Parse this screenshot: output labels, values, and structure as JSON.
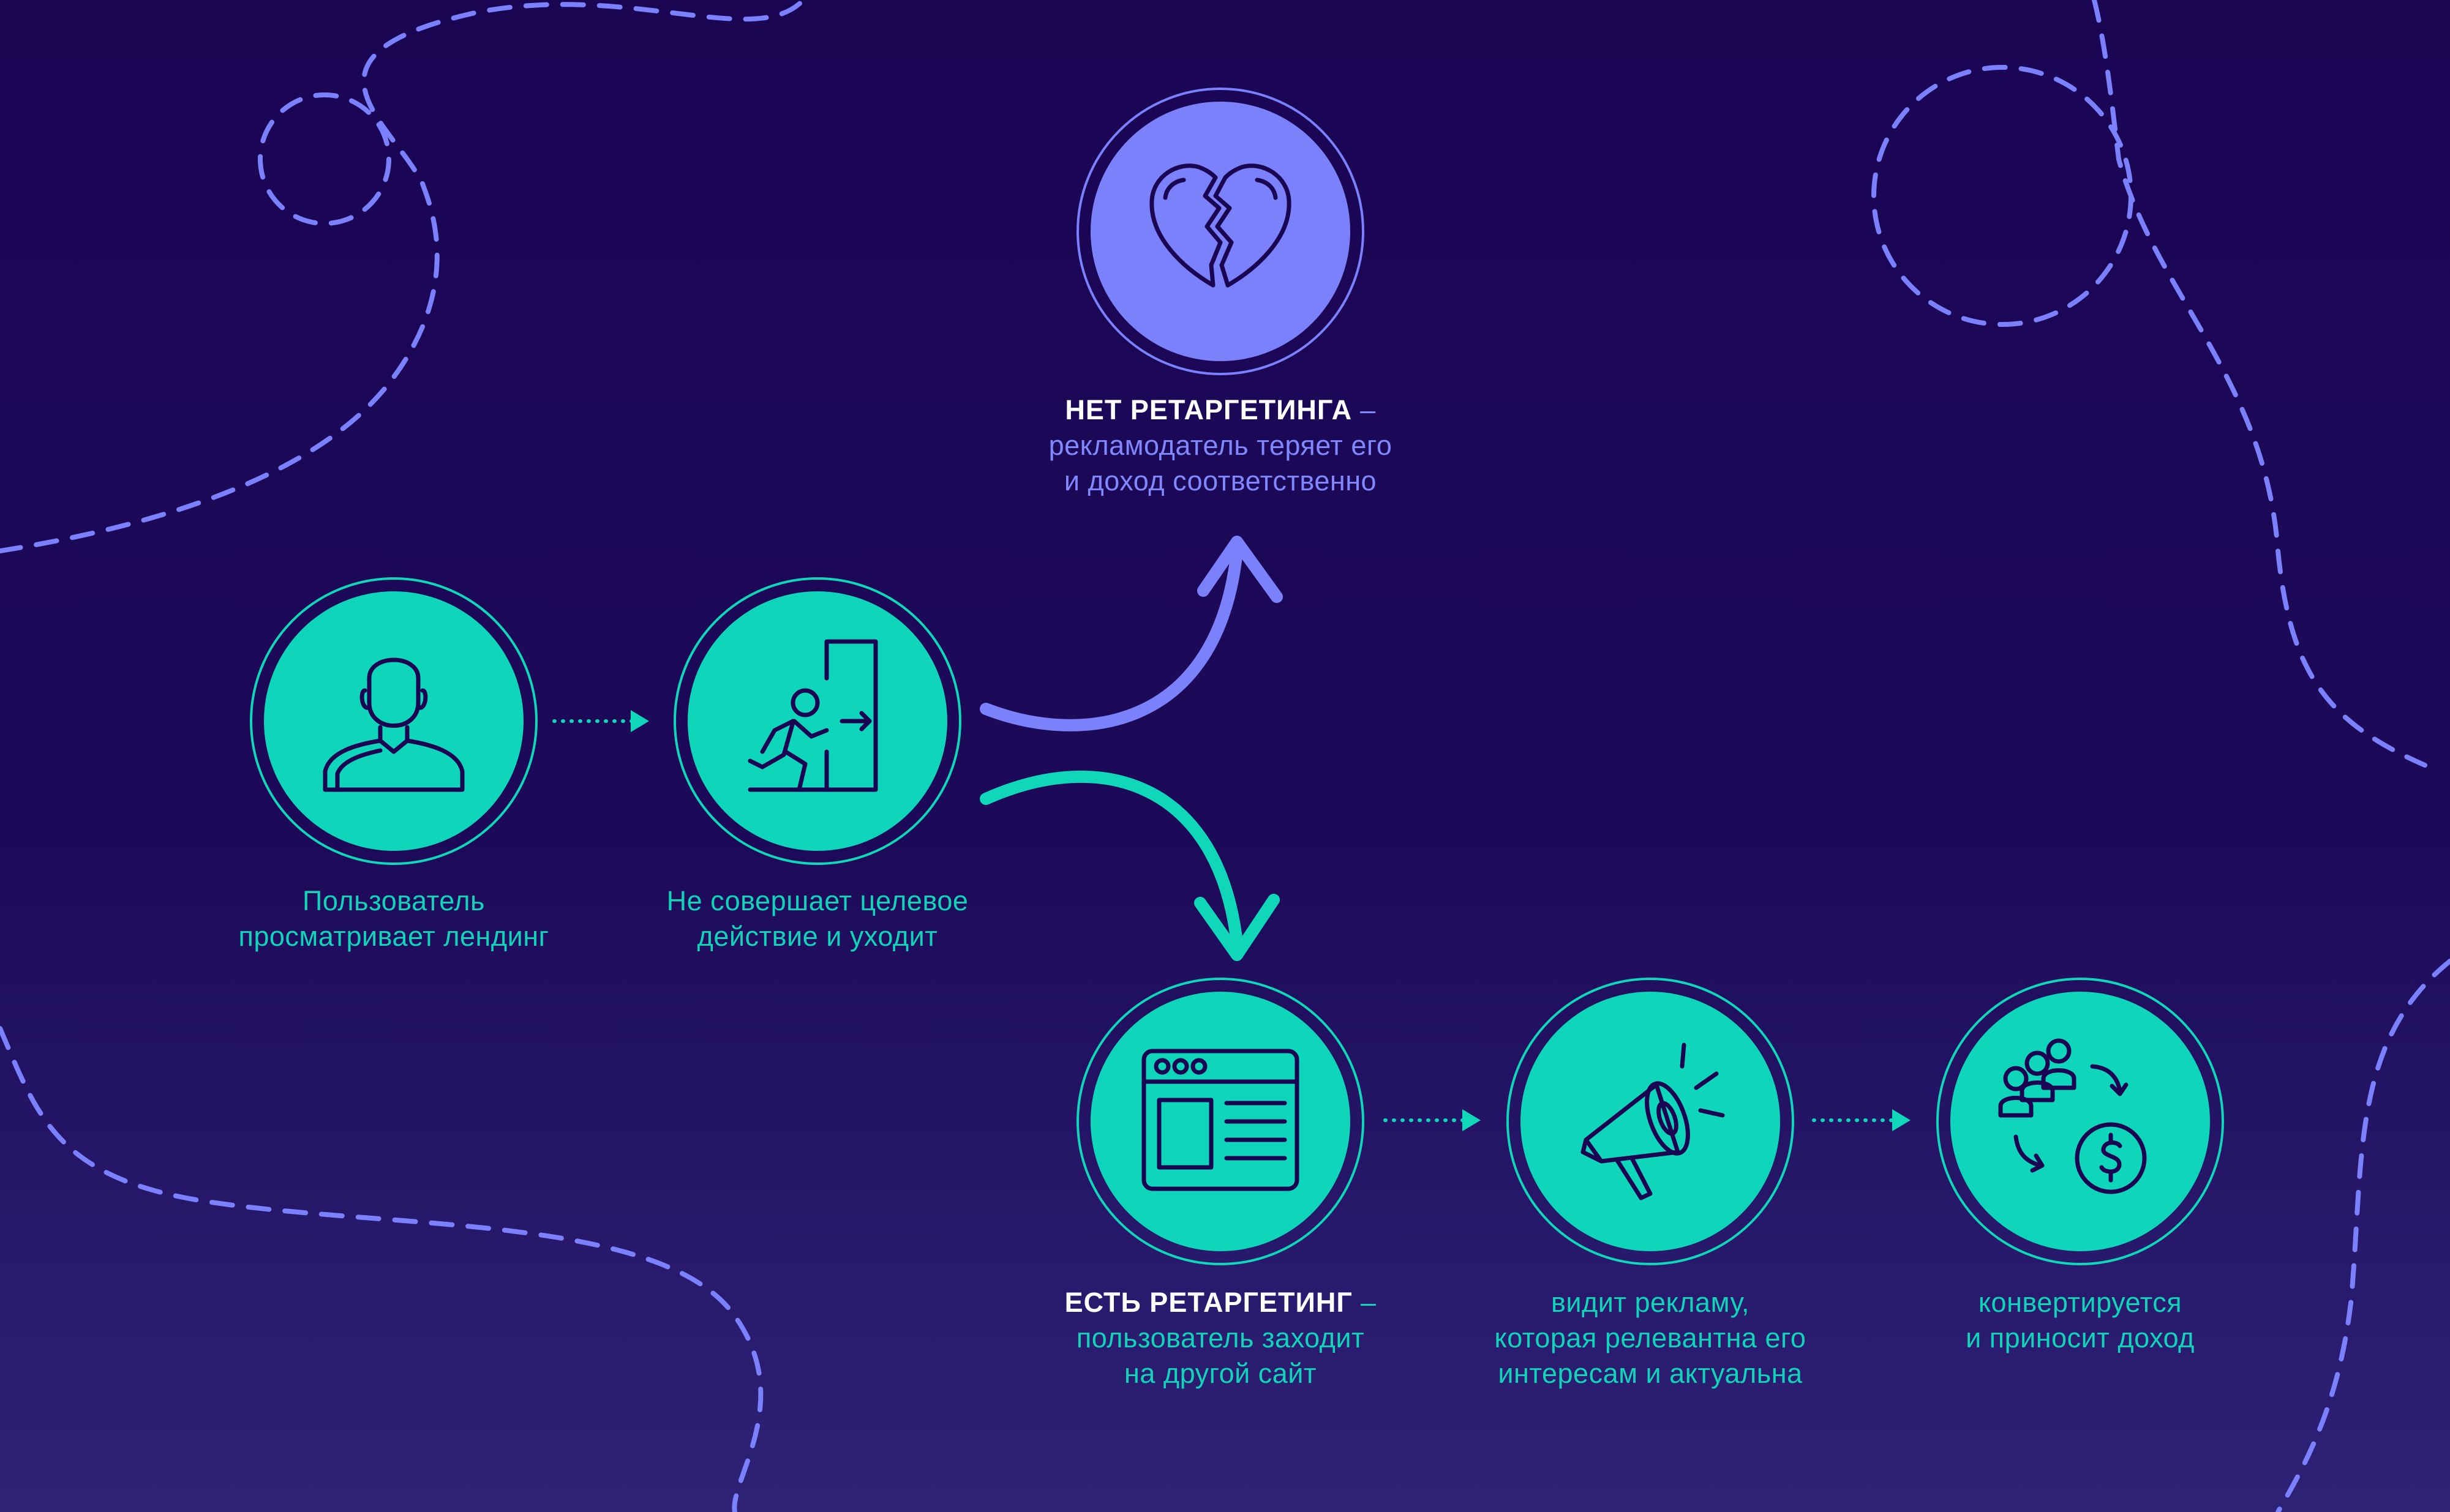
{
  "colors": {
    "background_top": "#1a0553",
    "background_bottom": "#2e2277",
    "accent_teal": "#0fd6bb",
    "accent_purple": "#7b80fb",
    "heading_white": "#ffffff",
    "decor_dashes": "#7b80ff"
  },
  "steps": {
    "user": {
      "icon": "user-icon",
      "caption": [
        "Пользователь",
        "просматривает лендинг"
      ]
    },
    "leave": {
      "icon": "exit-running-icon",
      "caption": [
        "Не совершает целевое",
        "действие и уходит"
      ]
    },
    "no_retargeting": {
      "icon": "broken-heart-icon",
      "heading": "НЕТ РЕТАРГЕТИНГА",
      "dash": " –",
      "caption": [
        "рекламодатель теряет его",
        "и доход соответственно"
      ]
    },
    "retargeting": {
      "icon": "browser-window-icon",
      "heading": "ЕСТЬ РЕТАРГЕТИНГ",
      "dash": " –",
      "caption": [
        "пользователь заходит",
        "на другой сайт"
      ]
    },
    "ad": {
      "icon": "megaphone-icon",
      "caption": [
        "видит рекламу,",
        "которая релевантна его",
        "интересам и актуальна"
      ]
    },
    "convert": {
      "icon": "conversion-money-icon",
      "caption": [
        "конвертируется",
        "и приносит доход"
      ]
    }
  }
}
